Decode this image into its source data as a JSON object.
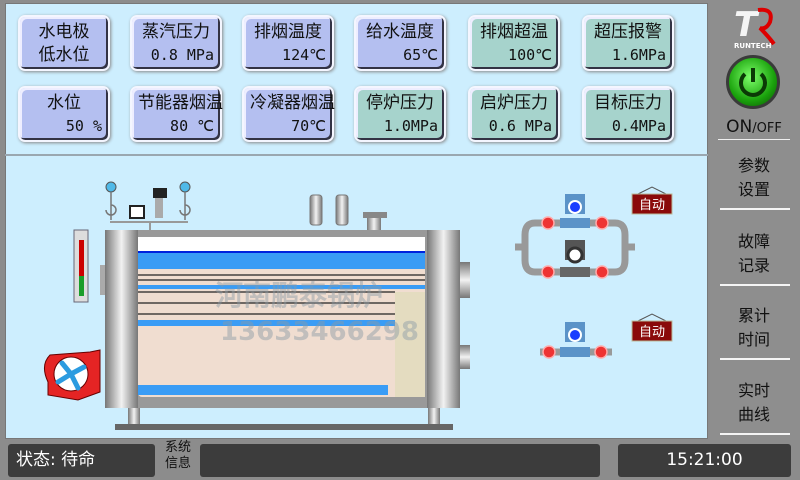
{
  "tiles": [
    {
      "title": "水电极",
      "value": "低水位",
      "style": "blue"
    },
    {
      "title": "蒸汽压力",
      "value": "0.8 MPa",
      "style": "blue"
    },
    {
      "title": "排烟温度",
      "value": "124℃",
      "style": "blue"
    },
    {
      "title": "给水温度",
      "value": "65℃",
      "style": "blue"
    },
    {
      "title": "排烟超温",
      "value": "100℃",
      "style": "green"
    },
    {
      "title": "超压报警",
      "value": "1.6MPa",
      "style": "green"
    },
    {
      "title": "水位",
      "value": "50 %",
      "style": "blue"
    },
    {
      "title": "节能器烟温",
      "value": "80 ℃",
      "style": "blue"
    },
    {
      "title": "冷凝器烟温",
      "value": "70℃",
      "style": "blue"
    },
    {
      "title": "停炉压力",
      "value": "1.0MPa",
      "style": "green"
    },
    {
      "title": "启炉压力",
      "value": "0.6 MPa",
      "style": "green"
    },
    {
      "title": "目标压力",
      "value": "0.4MPa",
      "style": "green"
    }
  ],
  "sidebar": {
    "logo_text": "RUNTECH",
    "on": "ON",
    "off": "/OFF",
    "menu": [
      [
        "参数",
        "设置"
      ],
      [
        "故障",
        "记录"
      ],
      [
        "累计",
        "时间"
      ],
      [
        "实时",
        "曲线"
      ]
    ]
  },
  "pumps": {
    "mode1": "自动",
    "mode2": "自动"
  },
  "watermark": {
    "name": "河南鹏泰锅炉",
    "phone": "13633466298"
  },
  "status": {
    "text": "状态: 待命",
    "sysinfo_1": "系统",
    "sysinfo_2": "信息",
    "message": "",
    "time": "15:21:00"
  },
  "colors": {
    "panel": "#cdeefe",
    "blue_tile": "#b4bff0",
    "green_tile": "#a6d3cc"
  }
}
